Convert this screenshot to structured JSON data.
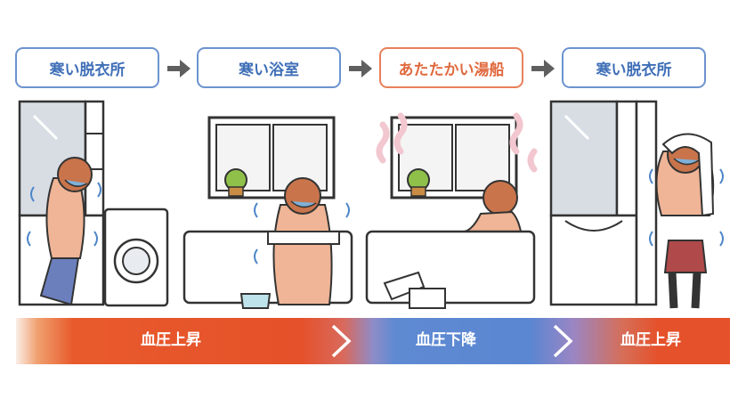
{
  "steps": [
    {
      "label": "寒い脱衣所"
    },
    {
      "label": "寒い浴室"
    },
    {
      "label": "あたたかい湯船"
    },
    {
      "label": "寒い脱衣所"
    }
  ],
  "blood_pressure": [
    {
      "label": "血圧上昇"
    },
    {
      "label": "血圧下降"
    },
    {
      "label": "血圧上昇"
    }
  ],
  "colors": {
    "cold_border": "#6c93cf",
    "cold_text": "#3f6fb7",
    "warm_border": "#e8805b",
    "warm_text": "#e06a3f",
    "rise": "#e5512a",
    "fall": "#5a86d2",
    "step_arrow": "#5f5f5f"
  }
}
